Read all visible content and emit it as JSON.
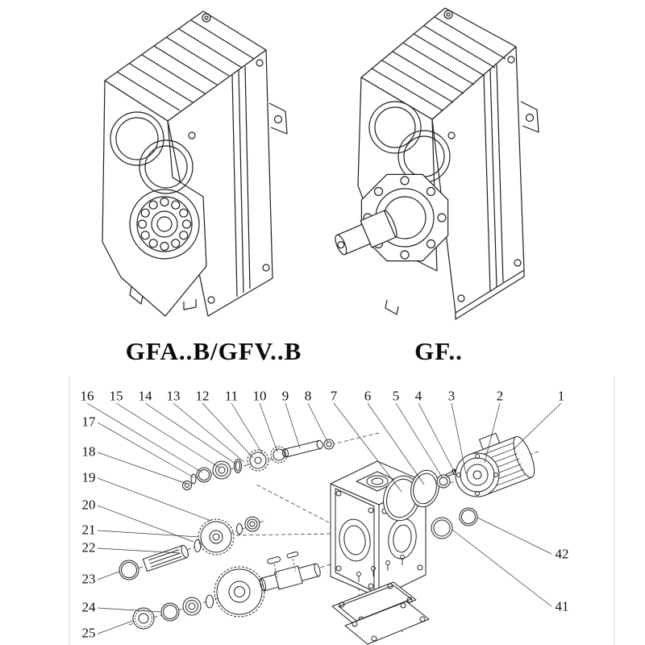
{
  "page": {
    "background": "#ffffff",
    "line_color": "#1e1e1e",
    "frame_color": "#dddddd"
  },
  "models": {
    "left_label": "GFA..B/GFV..B",
    "right_label": "GF.."
  },
  "exploded": {
    "top_row": [
      "16",
      "15",
      "14",
      "13",
      "12",
      "11",
      "10",
      "9",
      "8",
      "7",
      "6",
      "5",
      "4",
      "3",
      "2",
      "1"
    ],
    "left_column": [
      "17",
      "18",
      "19",
      "20",
      "21",
      "22",
      "23",
      "24",
      "25"
    ],
    "right_column": [
      "42",
      "41"
    ]
  }
}
